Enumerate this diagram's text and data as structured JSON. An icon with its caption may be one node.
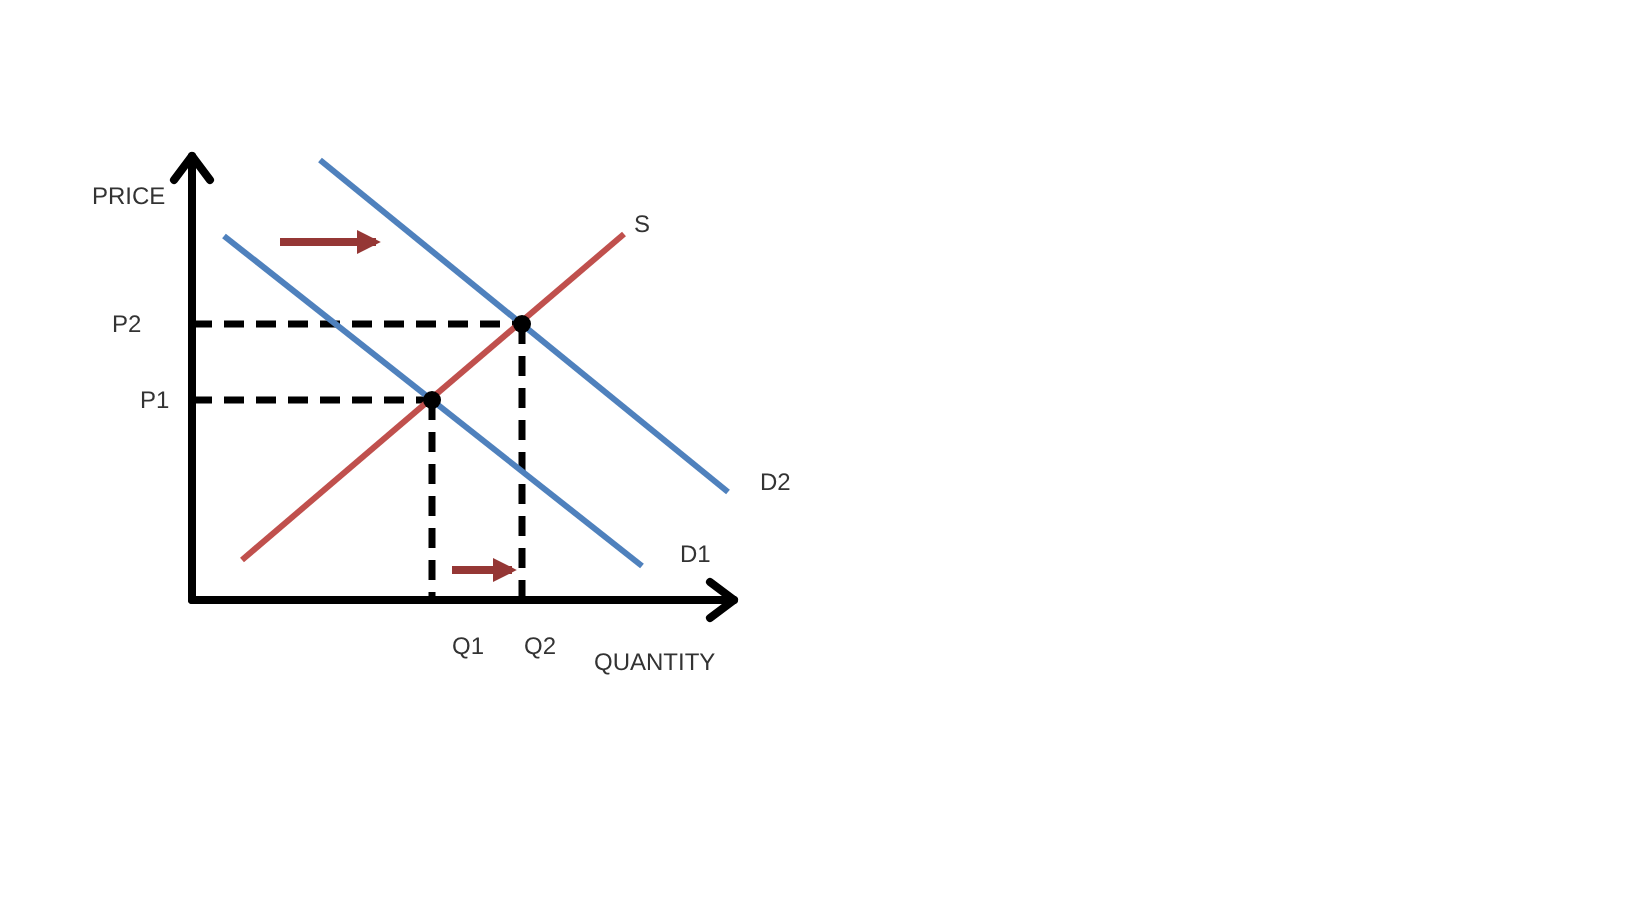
{
  "diagram": {
    "labels": [
      "PRICE",
      "S",
      "P2",
      "P1",
      "D2",
      "D1",
      "Q1",
      "Q2",
      "QUANTITY"
    ]
  }
}
